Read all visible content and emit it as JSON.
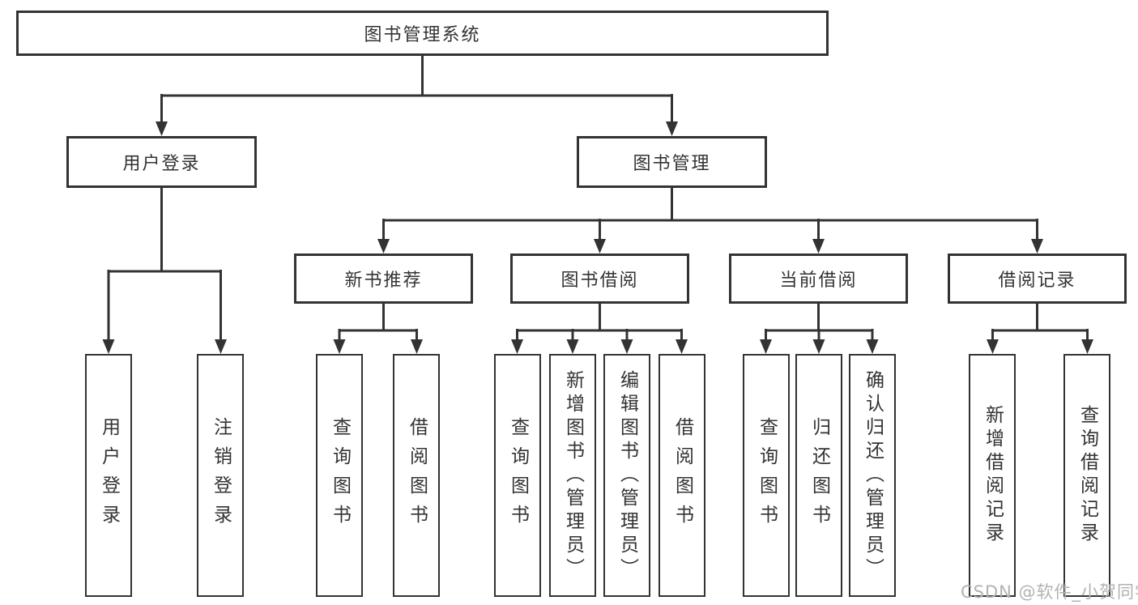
{
  "diagram": {
    "root": {
      "label": "图书管理系统"
    },
    "level2": {
      "user_login": {
        "label": "用户登录"
      },
      "book_mgmt": {
        "label": "图书管理"
      }
    },
    "level3": {
      "new_book_rec": {
        "label": "新书推荐"
      },
      "book_borrow": {
        "label": "图书借阅"
      },
      "current_borrow": {
        "label": "当前借阅"
      },
      "borrow_records": {
        "label": "借阅记录"
      }
    },
    "leaves": [
      {
        "label": "用户登录"
      },
      {
        "label": "注销登录"
      },
      {
        "label": "查询图书"
      },
      {
        "label": "借阅图书"
      },
      {
        "label": "查询图书"
      },
      {
        "label": "新增图书（管理员）"
      },
      {
        "label": "编辑图书（管理员）"
      },
      {
        "label": "借阅图书"
      },
      {
        "label": "查询图书"
      },
      {
        "label": "归还图书"
      },
      {
        "label": "确认归还（管理员）"
      },
      {
        "label": "新增借阅记录"
      },
      {
        "label": "查询借阅记录"
      }
    ],
    "watermark": "CSDN @软件_小贺同学",
    "colors": {
      "line": "#333333",
      "text": "#333333",
      "watermark": "#b2b2b2",
      "background": "#ffffff"
    }
  }
}
